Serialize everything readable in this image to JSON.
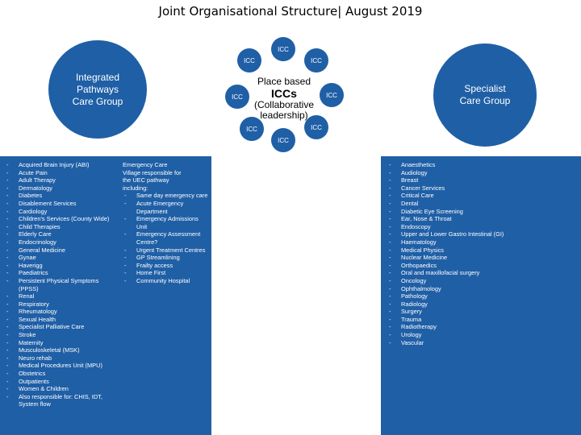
{
  "title": "Joint Organisational Structure| August 2019",
  "left_circle": {
    "label": "Integrated\nPathways\nCare Group"
  },
  "right_circle": {
    "label": "Specialist\nCare Group"
  },
  "center": {
    "line1": "Place based",
    "line2": "ICCs",
    "line3": "(Collaborative",
    "line4": "leadership)"
  },
  "icc_label": "ICC",
  "left_list": [
    "Acquired Brain Injury (ABI)",
    "Acute Pain",
    "Adult Therapy",
    "Dermatology",
    "Diabetes",
    "Disablement Services",
    "Cardiology",
    "Children's Services (County Wide)",
    "Child Therapies",
    "Elderly Care",
    "Endocrinology",
    "General Medicine",
    "Gynae",
    "Haverigg",
    "Paediatrics",
    "Persistent Physical Symptoms (PPSS)",
    "Renal",
    "Respiratory",
    "Rheumatology",
    "Sexual Health",
    "Specialist Palliative Care",
    "Stroke",
    "Maternity",
    "Musculoskeletal (MSK)",
    "Neuro rehab",
    "Medical Procedures Unit (MPU)",
    "Obstetrics",
    "Outpatients",
    "Women & Children",
    "Also responsible for: CHIS, IDT, System flow"
  ],
  "middle": {
    "intro": "Emergency Care\nVillage responsible for\nthe UEC pathway\nincluding:",
    "items": [
      "Same day emergency care",
      "Acute Emergency Department",
      "Emergency Admissions Unit",
      "Emergency Assessment Centre?",
      "Urgent Treatment Centres",
      "GP Streamlining",
      "Frailty access",
      "Home First",
      "Community Hospital"
    ]
  },
  "right_list": [
    "Anaesthetics",
    "Audiology",
    "Breast",
    "Cancer Services",
    "Critical Care",
    "Dental",
    "Diabetic Eye Screening",
    "Ear, Nose & Throat",
    "Endoscopy",
    "Upper and Lower Gastro Intestinal (GI)",
    "Haematology",
    "Medical Physics",
    "Nuclear Medicine",
    "Orthopaedics",
    "Oral and maxillofacial surgery",
    "Oncology",
    "Ophthalmology",
    "Pathology",
    "Radiology",
    "Surgery",
    "Trauma",
    "Radiotherapy",
    "Urology",
    "Vascular"
  ],
  "colors": {
    "panel": "#1f5fa6",
    "text_on_panel": "#ffffff"
  }
}
